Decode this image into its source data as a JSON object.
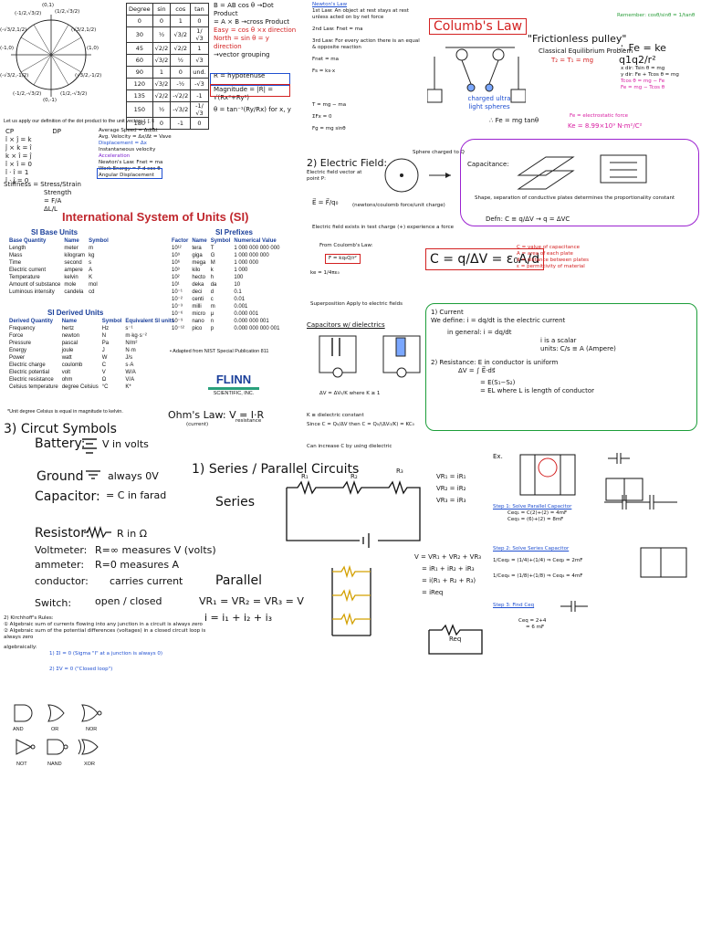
{
  "unit_circle": {
    "labels": [
      "(√3/2,1/2)",
      "(1/2,√3/2)",
      "(0,1)",
      "(-1/2,√3/2)",
      "(-√3/2,1/2)",
      "(-1,0)",
      "(-√3/2,-1/2)",
      "(-1/2,-√3/2)",
      "(0,-1)",
      "(1/2,-√3/2)",
      "(√3/2,-1/2)",
      "(1,0)"
    ]
  },
  "trig_table": {
    "headers": [
      "Degree",
      "sin",
      "cos",
      "tan"
    ],
    "rows": [
      [
        "0",
        "0",
        "1",
        "0"
      ],
      [
        "30",
        "½",
        "√3/2",
        "1/√3"
      ],
      [
        "45",
        "√2/2",
        "√2/2",
        "1"
      ],
      [
        "60",
        "√3/2",
        "½",
        "√3"
      ],
      [
        "90",
        "1",
        "0",
        "und."
      ],
      [
        "120",
        "√3/2",
        "-½",
        "-√3"
      ],
      [
        "135",
        "√2/2",
        "-√2/2",
        "-1"
      ],
      [
        "150",
        "½",
        "-√3/2",
        "-1/√3"
      ],
      [
        "180",
        "0",
        "-1",
        "0"
      ]
    ]
  },
  "vectors": {
    "lines": [
      "B = AB cos θ →Dot Product",
      "= A × B →cross Product",
      "Easy = cos θ ×x direction",
      "North = sin θ = y direction",
      "→vector grouping",
      "R = hypotenuse",
      "Magnitude = |R⃗| = √(Rx²+Ry²)",
      "θ = tan⁻¹(Ry/Rx) for x, y"
    ]
  },
  "dot_product_note": "Let us apply our definition of the dot product to the unit vectors î, ĵ, k̂",
  "dot_cross": {
    "cp_label": "CP",
    "dp_label": "DP",
    "lines": [
      "î × ĵ = k",
      "ĵ × k = î",
      "k × î = ĵ",
      "î × î = 0",
      "î · î = 1",
      "î · ĵ = 0"
    ]
  },
  "kinematics": {
    "lines": [
      "Average Speed = Δd/Δt",
      "Avg. Velocity = Δx/Δt = Vave",
      "Displacement = Δx",
      "Instantaneous velocity",
      "Acceleration",
      "Newton's Law: Fnet = ma",
      "Work Energy = F·d cos θ",
      "Angular Displacement"
    ]
  },
  "stiffness": {
    "label": "Stiffness = Stress/Strain",
    "lines": [
      "Strength",
      "= F/A",
      "ΔL/L"
    ]
  },
  "newtons_laws": {
    "title": "Newton's Law",
    "lines": [
      "1st Law: An object at rest stays at rest unless acted on by net force",
      "2nd Law: Fnet = ma",
      "3rd Law: For every action there is an equal & opposite reaction",
      "Fnet = ma",
      "Fs = ks·x",
      "T = mg − ma",
      "ΣFx = 0",
      "Fg = mg sinθ"
    ]
  },
  "coulombs_law": {
    "title": "Columb's Law",
    "lines": [
      "charged ultra light spheres",
      "Fe = electrostatic force",
      "Ke = 8.99×10⁹ N·m²/C²",
      "∴ Fe = mg tanθ"
    ]
  },
  "frictionless_pulley": {
    "title": "\"Frictionless pulley\"",
    "remember": "Remember: cosθ/sinθ = 1/tanθ",
    "classical": "Classical Equilibrium Problem",
    "equation": "∴ Fe = ke q1q2/r²",
    "tension": "T₂ = T₁ = mg",
    "lines": [
      "x dir: Tsin θ = mg",
      "y dir: Fe + Tcos θ = mg",
      "Tcos θ = mg − Fe",
      "Fe = mg − Tcos θ"
    ]
  },
  "electric_field": {
    "title": "2) Electric Field:",
    "lines": [
      "Electric field vector at point P:",
      "Sphere charged to Q",
      "E⃗ = F⃗/q₀",
      "(newtons/coulomb force/unit charge)",
      "Electric field exists in test charge (+) experience a force",
      "From Coulomb's Law:",
      "F = kq₀Q/r²",
      "ke = 1/4πε₀",
      "Superposition Apply to electric fields"
    ]
  },
  "capacitance": {
    "label": "Capacitance:",
    "note": "Shape, separation of conductive plates determines the proportionality constant",
    "defn": "Defn: C ≡ q/ΔV → q = ΔVC",
    "formula": "C = q/ΔV = ε₀A/d",
    "legend": [
      "C = value of capacitance",
      "A = area of each plate",
      "d = distance between plates",
      "ε = permittivity of material"
    ]
  },
  "dielectric": {
    "title": "Capacitors w/ dielectrics",
    "lines": [
      "ΔV = ΔV₀/K  where K ≥ 1",
      "K ≡ dielectric constant",
      "Since C = Q₀/ΔV then C = Q₀/(ΔV₀/K) = KC₀",
      "Can increase C by using dielectric"
    ]
  },
  "current": {
    "lines": [
      "1) Current",
      "We define: i = dq/dt is the electric current",
      "in general: i = dq/dt",
      "i is a scalar",
      "units: C/s ≡ A (Ampere)",
      "2) Resistance: E in conductor is uniform",
      "ΔV = ∫ E⃗·ds⃗",
      "= E(S₁−S₂)",
      "= EL  where L is length of conductor"
    ]
  },
  "si_units": {
    "title": "International System of Units (SI)",
    "base_title": "SI Base Units",
    "base_headers": [
      "Base Quantity",
      "Name",
      "Symbol"
    ],
    "base_rows": [
      [
        "Length",
        "meter",
        "m"
      ],
      [
        "Mass",
        "kilogram",
        "kg"
      ],
      [
        "Time",
        "second",
        "s"
      ],
      [
        "Electric current",
        "ampere",
        "A"
      ],
      [
        "Temperature",
        "kelvin",
        "K"
      ],
      [
        "Amount of substance",
        "mole",
        "mol"
      ],
      [
        "Luminous intensity",
        "candela",
        "cd"
      ]
    ],
    "prefix_title": "SI Prefixes",
    "prefix_headers": [
      "Factor",
      "Name",
      "Symbol",
      "Numerical Value"
    ],
    "prefix_rows": [
      [
        "10¹²",
        "tera",
        "T",
        "1 000 000 000 000"
      ],
      [
        "10⁹",
        "giga",
        "G",
        "1 000 000 000"
      ],
      [
        "10⁶",
        "mega",
        "M",
        "1 000 000"
      ],
      [
        "10³",
        "kilo",
        "k",
        "1 000"
      ],
      [
        "10²",
        "hecto",
        "h",
        "100"
      ],
      [
        "10¹",
        "deka",
        "da",
        "10"
      ],
      [
        "10⁻¹",
        "deci",
        "d",
        "0.1"
      ],
      [
        "10⁻²",
        "centi",
        "c",
        "0.01"
      ],
      [
        "10⁻³",
        "milli",
        "m",
        "0.001"
      ],
      [
        "10⁻⁶",
        "micro",
        "μ",
        "0.000 001"
      ],
      [
        "10⁻⁹",
        "nano",
        "n",
        "0.000 000 001"
      ],
      [
        "10⁻¹²",
        "pico",
        "p",
        "0.000 000 000 001"
      ]
    ],
    "derived_title": "SI Derived Units",
    "derived_headers": [
      "Derived Quantity",
      "Name",
      "Symbol",
      "Equivalent SI units"
    ],
    "derived_rows": [
      [
        "Frequency",
        "hertz",
        "Hz",
        "s⁻¹"
      ],
      [
        "Force",
        "newton",
        "N",
        "m·kg·s⁻²"
      ],
      [
        "Pressure",
        "pascal",
        "Pa",
        "N/m²"
      ],
      [
        "Energy",
        "joule",
        "J",
        "N·m"
      ],
      [
        "Power",
        "watt",
        "W",
        "J/s"
      ],
      [
        "Electric charge",
        "coulomb",
        "C",
        "s·A"
      ],
      [
        "Electric potential",
        "volt",
        "V",
        "W/A"
      ],
      [
        "Electric resistance",
        "ohm",
        "Ω",
        "V/A"
      ],
      [
        "Celsius temperature",
        "degree Celsius",
        "°C",
        "K*"
      ]
    ],
    "footnote": "*Unit degree Celsius is equal in magnitude to kelvin.",
    "prefix_note": "• Adapted from NIST Special Publication 811",
    "brand": "FLINN",
    "brand_sub": "SCIENTIFIC, INC."
  },
  "ohms_law": {
    "text": "Ohm's Law: V = I·R",
    "current": "(current)",
    "resistance": "resistance"
  },
  "circuit_symbols": {
    "title": "3) Circut Symbols",
    "items": [
      {
        "label": "Battery:",
        "desc": "V in volts"
      },
      {
        "label": "Ground",
        "desc": "always 0V"
      },
      {
        "label": "Capacitor:",
        "desc": "= C in farad"
      },
      {
        "label": "Resistor:",
        "desc": "R in Ω"
      },
      {
        "label": "Voltmeter:",
        "desc": "R=∞ measures V (volts)"
      },
      {
        "label": "ammeter:",
        "desc": "R=0 measures A"
      },
      {
        "label": "conductor:",
        "desc": "carries current"
      },
      {
        "label": "Switch:",
        "desc": "open / closed"
      }
    ]
  },
  "kirchhoff": {
    "lines": [
      "2) Kirchhoff's Rules:",
      "① Algebraic sum of currents flowing into any junction in a circuit is always zero",
      "② Algebraic sum of the potential differences (voltages) in a closed circuit loop is always zero",
      "algebraically:",
      "1) ΣI = 0  (Sigma \"I\" at a junction is always 0)",
      "2) ΣV = 0  (\"Closed loop\")"
    ]
  },
  "series_parallel": {
    "title": "1) Series / Parallel Circuits",
    "series_label": "Series",
    "parallel_label": "Parallel",
    "series_eqs": [
      "VR₁ = iR₁",
      "VR₂ = iR₂",
      "VR₃ = iR₃"
    ],
    "parallel_eqs": [
      "VR₁ = VR₂ = VR₃ = V",
      "i = i₁ + i₂ + i₃"
    ],
    "total_eqs": [
      "V = VR₁ + VR₂ + VR₃",
      "= iR₁ + iR₂ + iR₃",
      "= i(R₁ + R₂ + R₃)",
      "= iReq"
    ],
    "req_label": "Req",
    "resistor_labels": [
      "R₁",
      "R₂",
      "R₃"
    ]
  },
  "capacitor_example": {
    "ex": "Ex.",
    "steps": [
      "Step 1: Solve Parallel Capacitor",
      "Ceq₁ = C(2)+(2) = 4mF",
      "Ceq₃ = (6)+(2) = 8mF",
      "Step 2: Solve Series Capacitor",
      "1/Ceq₂ = (1/4)+(1/4) ⇒ Ceq₂ = 2mF",
      "1/Ceq₄ = (1/8)+(1/8) ⇒ Ceq₄ = 4mF",
      "Step 3: Find Ceq",
      "Ceq = 2+4",
      "= 6 mF"
    ]
  },
  "logic_gates": {
    "labels": [
      "AND",
      "OR",
      "NOR",
      "NOT",
      "NAND",
      "XOR"
    ]
  }
}
